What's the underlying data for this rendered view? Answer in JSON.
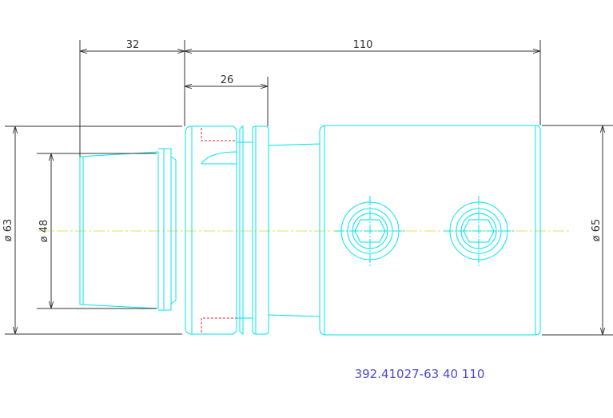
{
  "colors": {
    "outline": "#00e5ee",
    "dimension": "#333333",
    "centerline": "#e0e060",
    "hidden": "#e03030",
    "partno": "#4a4ad0"
  },
  "dimensions": {
    "len_32": "32",
    "len_110": "110",
    "len_26": "26",
    "dia_63": "ø 63",
    "dia_48": "ø 48",
    "dia_65": "ø 65"
  },
  "part_number": "392.41027-63 40 110",
  "icons": [
    "hex-socket-screw-icon",
    "hex-socket-screw-icon"
  ]
}
